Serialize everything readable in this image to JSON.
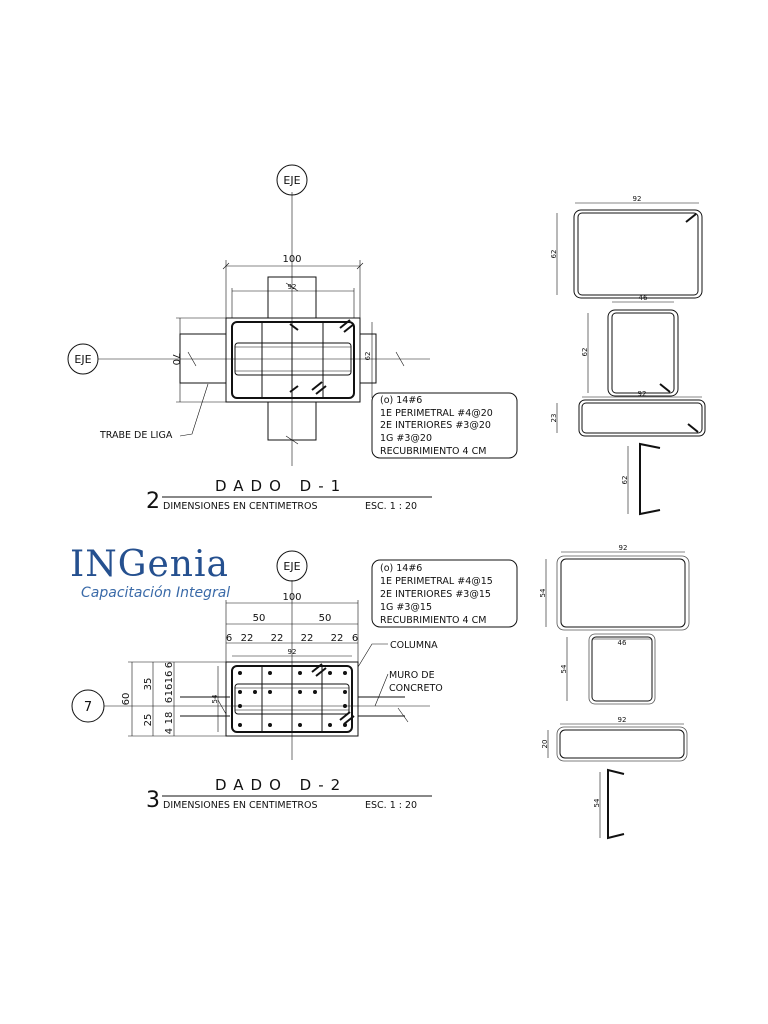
{
  "logo": {
    "brand": "INGenia",
    "tagline": "Capacitación Integral"
  },
  "d1": {
    "axis_top": "EJE",
    "axis_left": "EJE",
    "dim_total": "100",
    "dim_inner": "92",
    "dim_side": "70",
    "dim_side_inner": "62",
    "label_trabe": "TRABE DE LIGA",
    "notes": [
      "(o) 14#6",
      "1E PERIMETRAL #4@20",
      "2E INTERIORES #3@20",
      "1G #3@20",
      "RECUBRIMIENTO 4 CM"
    ],
    "index": "2",
    "title": "DADO D-1",
    "subtitle": "DIMENSIONES EN CENTIMETROS",
    "scale": "ESC. 1 : 20",
    "detail_dims": [
      "92",
      "62",
      "46",
      "62",
      "92",
      "23",
      "62"
    ]
  },
  "d2": {
    "axis_top": "EJE",
    "axis_number": "7",
    "dim_total": "100",
    "dim_halves": [
      "50",
      "50"
    ],
    "dim_parts": [
      "6",
      "22",
      "22",
      "22",
      "22",
      "6"
    ],
    "dim_inner": "92",
    "dim_side_total": "60",
    "dim_side_parts": [
      "35",
      "25"
    ],
    "dim_side_detail": [
      "6",
      "16",
      "16",
      "6",
      "18",
      "4"
    ],
    "dim_inner_side": "54",
    "label_columna": "COLUMNA",
    "label_muro_1": "MURO DE",
    "label_muro_2": "CONCRETO",
    "notes": [
      "(o) 14#6",
      "1E PERIMETRAL #4@15",
      "2E INTERIORES #3@15",
      "1G #3@15",
      "RECUBRIMIENTO 4 CM"
    ],
    "index": "3",
    "title": "DADO D-2",
    "subtitle": "DIMENSIONES EN CENTIMETROS",
    "scale": "ESC. 1 : 20",
    "detail_dims": [
      "92",
      "54",
      "46",
      "54",
      "92",
      "20",
      "54"
    ]
  }
}
